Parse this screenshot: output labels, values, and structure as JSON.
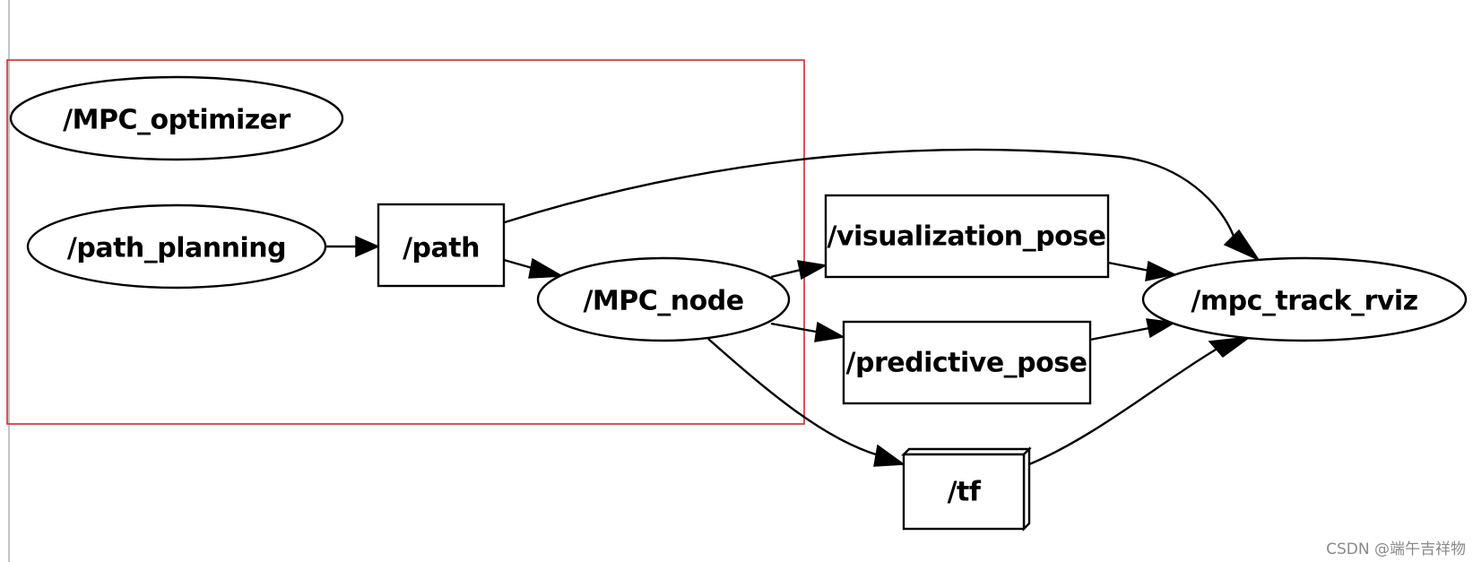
{
  "nodes": {
    "mpc_optimizer": "/MPC_optimizer",
    "path_planning": "/path_planning",
    "path": "/path",
    "mpc_node": "/MPC_node",
    "visualization_pose": "/visualization_pose",
    "predictive_pose": "/predictive_pose",
    "tf": "/tf",
    "mpc_track_rviz": "/mpc_track_rviz"
  },
  "edges": [
    {
      "from": "/path_planning",
      "to": "/path"
    },
    {
      "from": "/path",
      "to": "/MPC_node"
    },
    {
      "from": "/path",
      "to": "/mpc_track_rviz"
    },
    {
      "from": "/MPC_node",
      "to": "/visualization_pose"
    },
    {
      "from": "/MPC_node",
      "to": "/predictive_pose"
    },
    {
      "from": "/MPC_node",
      "to": "/tf"
    },
    {
      "from": "/visualization_pose",
      "to": "/mpc_track_rviz"
    },
    {
      "from": "/predictive_pose",
      "to": "/mpc_track_rviz"
    },
    {
      "from": "/tf",
      "to": "/mpc_track_rviz"
    }
  ],
  "colors": {
    "highlight_box": "#d42a2a",
    "node_stroke": "#000000",
    "edge": "#000000"
  },
  "watermark": "CSDN @端午吉祥物"
}
